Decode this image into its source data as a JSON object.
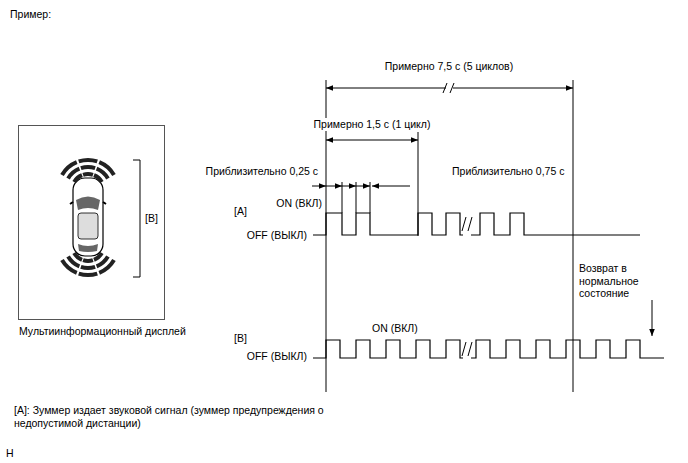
{
  "diagram": {
    "title": "Пример:",
    "nodes": [
      {
        "text": [
          "Мультиинформационный дисплей"
        ]
      }
    ],
    "labels": [
      "Примерно 7,5 с (5 циклов)",
      "Примерно 1,5 с (1 цикл)",
      "Приблизительно 0,25 с",
      "Приблизительно 0,75 с",
      "ON (ВКЛ)",
      "[A]",
      "OFF (ВЫКЛ)",
      "Возврат в нормальное состояние",
      "[B]",
      "[B]",
      "ON (ВКЛ)",
      "OFF (ВЫКЛ)",
      "[A]: Зуммер издает звуковой сигнал (зуммер предупреждения о недопустимой дистанции)",
      "H"
    ]
  }
}
